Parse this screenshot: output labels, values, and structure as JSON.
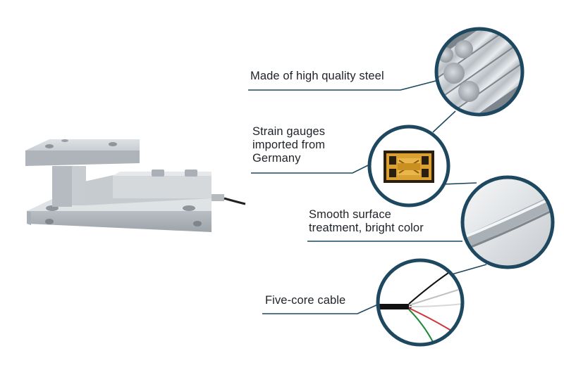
{
  "features": [
    {
      "id": "steel",
      "lines": [
        "Made of high quality steel"
      ],
      "icon": "steel-rods-icon"
    },
    {
      "id": "strain",
      "lines": [
        "Strain gauges",
        "imported from",
        "Germany"
      ],
      "icon": "strain-gauge-icon"
    },
    {
      "id": "surface",
      "lines": [
        "Smooth surface",
        "treatment, bright color"
      ],
      "icon": "polished-surface-icon"
    },
    {
      "id": "cable",
      "lines": [
        "Five-core cable"
      ],
      "icon": "five-core-cable-icon"
    }
  ],
  "colors": {
    "accent": "#1d4860",
    "text": "#1f2328",
    "metal_light": "#d8dce0",
    "metal_mid": "#b4babf",
    "metal_dark": "#8b9298",
    "gauge_gold": "#d9a032"
  }
}
